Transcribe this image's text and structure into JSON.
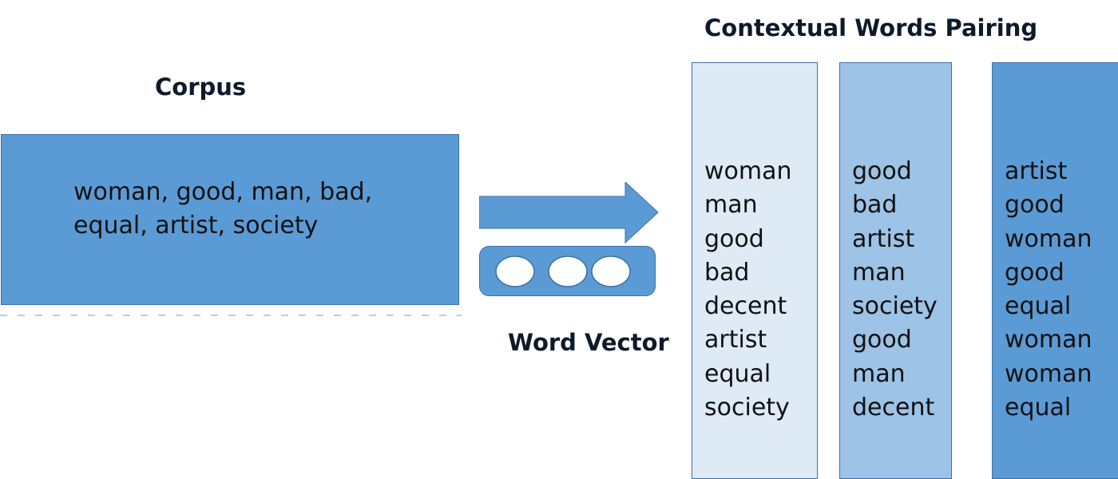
{
  "titles": {
    "corpus": "Corpus",
    "pairing": "Contextual Words Pairing",
    "vector": "Word Vector"
  },
  "corpus": {
    "lines": [
      "woman, good, man, bad,",
      "equal, artist, society"
    ]
  },
  "columns": [
    {
      "words": [
        "woman",
        "man",
        "good",
        "bad",
        "decent",
        "artist",
        "equal",
        "society"
      ]
    },
    {
      "words": [
        "good",
        "bad",
        "artist",
        "man",
        "society",
        "good",
        "man",
        "decent"
      ]
    },
    {
      "words": [
        "artist",
        "good",
        "woman",
        "good",
        "equal",
        "woman",
        "woman",
        "equal"
      ]
    }
  ],
  "colors": {
    "corpus_box": "#5b9bd5",
    "arrow": "#5b9bd5",
    "vector_pill": "#5b9bd5",
    "column_1": "#deebf7",
    "column_2": "#9dc3e6",
    "column_3": "#5b9bd5",
    "outline": "#3c6fa8"
  },
  "icons": {
    "arrow": "right-arrow-icon",
    "vector": "word-vector-icon"
  }
}
